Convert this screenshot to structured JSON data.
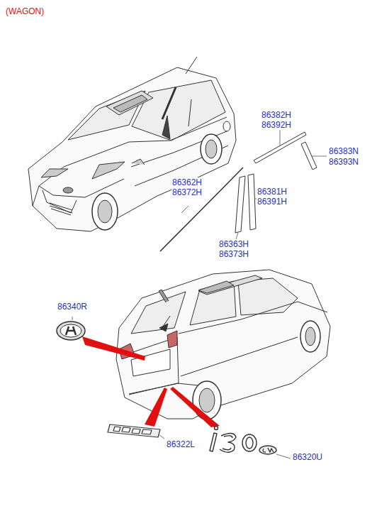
{
  "diagram": {
    "title": "(WAGON)",
    "labels": [
      "86382H",
      "86392H",
      "86383N",
      "86393N",
      "86362H",
      "86372H",
      "86381H",
      "86391H",
      "86363H",
      "86373H",
      "86340R",
      "86322L",
      "86320U"
    ]
  }
}
